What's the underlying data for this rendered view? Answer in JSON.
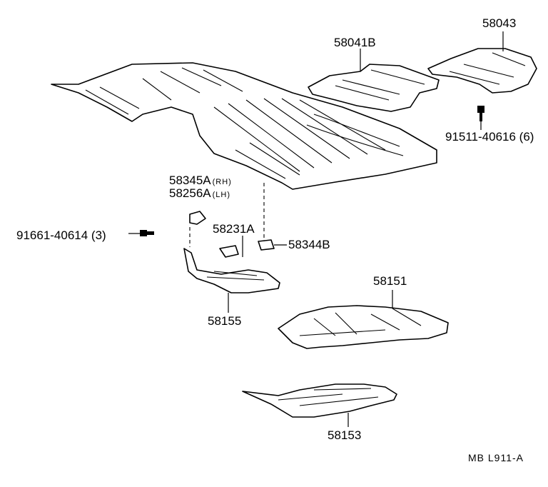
{
  "parts": {
    "p58043": "58043",
    "p58041b": "58041B",
    "p91511": "91511-40616 (6)",
    "p58345a": "58345A",
    "p58345a_side": "(RH)",
    "p58256a": "58256A",
    "p58256a_side": "(LH)",
    "p91661": "91661-40614 (3)",
    "p58231a": "58231A",
    "p58344b": "58344B",
    "p58155": "58155",
    "p58151": "58151",
    "p58153": "58153"
  },
  "reference_code": "MB  L911-A"
}
